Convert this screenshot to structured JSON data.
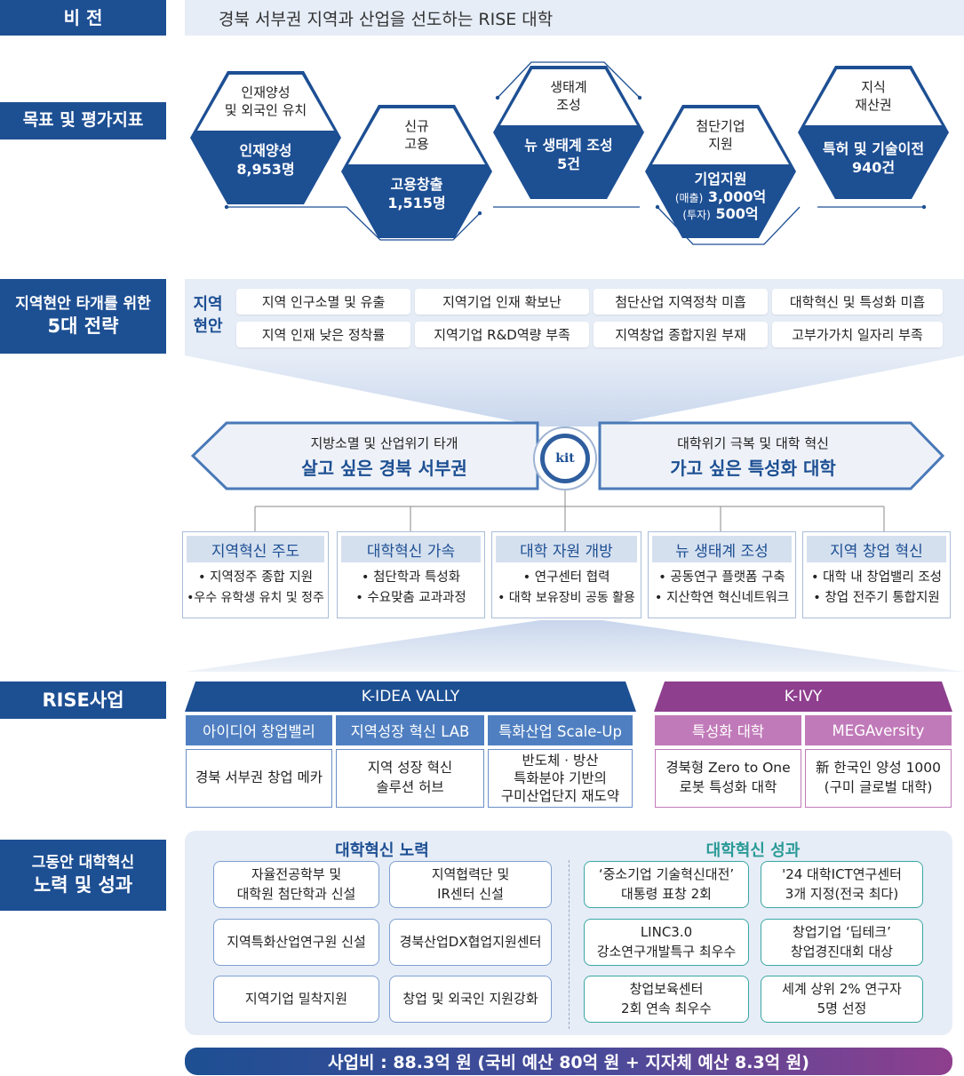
{
  "labels": {
    "vision": "비 전",
    "goals": "목표 및 평가지표",
    "strategy_line1": "지역현안 타개를 위한",
    "strategy_line2": "5대 전략",
    "rise": "RISE사업",
    "innovation_line1": "그동안 대학혁신",
    "innovation_line2": "노력 및 성과"
  },
  "vision_text": "경북 서부권 지역과 산업을 선도하는 RISE 대학",
  "goals": [
    {
      "top1": "인재양성",
      "top2": "및 외국인 유치",
      "kpi1": "인재양성",
      "kpi2": "8,953명"
    },
    {
      "top1": "신규",
      "top2": "고용",
      "kpi1": "고용창출",
      "kpi2": "1,515명"
    },
    {
      "top1": "생태계",
      "top2": "조성",
      "kpi1": "뉴 생태계 조성",
      "kpi2": "5건"
    },
    {
      "top1": "첨단기업",
      "top2": "지원",
      "kpi1": "기업지원",
      "kpi2_prefix": "(매출)",
      "kpi2": "3,000억",
      "kpi3_prefix": "(투자)",
      "kpi3": "500억"
    },
    {
      "top1": "지식",
      "top2": "재산권",
      "kpi1": "특허 및 기술이전",
      "kpi2": "940건"
    }
  ],
  "issues": {
    "head1": "지역",
    "head2": "현안",
    "items": [
      "지역 인구소멸 및 유출",
      "지역기업 인재 확보난",
      "첨단산업 지역정착 미흡",
      "대학혁신 및 특성화 미흡",
      "지역 인재 낮은 정착률",
      "지역기업 R&D역량 부족",
      "지역창업 종합지원 부재",
      "고부가가치 일자리 부족"
    ]
  },
  "arrows": {
    "left_small": "지방소멸 및 산업위기 타개",
    "left_big": "살고 싶은 경북 서부권",
    "right_small": "대학위기 극복 및 대학 혁신",
    "right_big": "가고 싶은 특성화 대학",
    "logo": "kit"
  },
  "strategies": [
    {
      "title": "지역혁신 주도",
      "l1": "• 지역정주 종합 지원",
      "l2": "•우수 유학생 유치 및 정주"
    },
    {
      "title": "대학혁신 가속",
      "l1": "• 첨단학과 특성화",
      "l2": "• 수요맞춤 교과과정"
    },
    {
      "title": "대학 자원 개방",
      "l1": "• 연구센터 협력",
      "l2": "• 대학 보유장비 공동 활용"
    },
    {
      "title": "뉴 생태계 조성",
      "l1": "• 공동연구 플랫폼 구축",
      "l2": "• 지산학연 혁신네트워크"
    },
    {
      "title": "지역 창업 혁신",
      "l1": "• 대학 내 창업밸리 조성",
      "l2": "• 창업 전주기 통합지원"
    }
  ],
  "rise": {
    "kidea": "K-IDEA VALLY",
    "kivy": "K-IVY",
    "programs": [
      {
        "title": "아이디어 창업밸리",
        "desc": [
          "경북 서부권 창업 메카"
        ]
      },
      {
        "title": "지역성장 혁신 LAB",
        "desc": [
          "지역 성장 혁신",
          "솔루션 허브"
        ]
      },
      {
        "title": "특화산업 Scale-Up",
        "desc": [
          "반도체 · 방산",
          "특화분야 기반의",
          "구미산업단지 재도약"
        ]
      },
      {
        "title": "특성화 대학",
        "desc": [
          "경북형 Zero to One",
          "로봇 특성화 대학"
        ]
      },
      {
        "title": "MEGAversity",
        "desc": [
          "新 한국인 양성 1000",
          "(구미 글로벌 대학)"
        ]
      }
    ]
  },
  "innovation": {
    "effort_title": "대학혁신 노력",
    "result_title": "대학혁신 성과",
    "efforts": [
      [
        "자율전공학부 및",
        "대학원 첨단학과 신설"
      ],
      [
        "지역협력단 및",
        "IR센터 신설"
      ],
      [
        "지역특화산업연구원 신설"
      ],
      [
        "경북산업DX협업지원센터"
      ],
      [
        "지역기업 밀착지원"
      ],
      [
        "창업 및 외국인 지원강화"
      ]
    ],
    "results": [
      [
        "‘중소기업 기술혁신대전’",
        "대통령 표창 2회"
      ],
      [
        "'24 대학ICT연구센터",
        "3개 지정(전국 최다)"
      ],
      [
        "LINC3.0",
        "강소연구개발특구 최우수"
      ],
      [
        "창업기업 ‘딥테크’",
        "창업경진대회 대상"
      ],
      [
        "창업보육센터",
        "2회 연속 최우수"
      ],
      [
        "세계 상위 2% 연구자",
        "5명 선정"
      ]
    ]
  },
  "budget": "사업비 : 88.3억 원 (국비 예산 80억 원 + 지자체 예산 8.3억 원)",
  "colors": {
    "navy": "#1d4f93",
    "purple": "#8e3f8e",
    "teal": "#2a9a96",
    "panel": "#e6edf7"
  }
}
